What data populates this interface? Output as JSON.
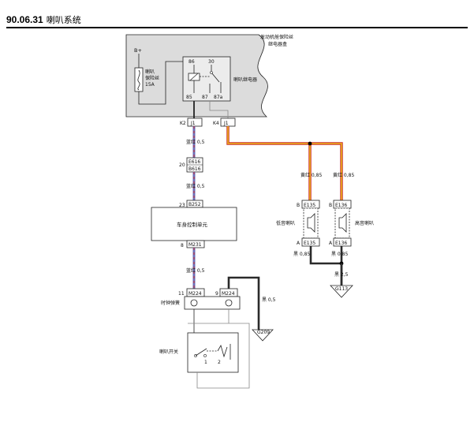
{
  "header": {
    "number": "90.06.31",
    "title": "喇叭系统"
  },
  "box_title": [
    "发动机舱保险丝",
    "继电器盒"
  ],
  "labels": {
    "b_plus": "B+",
    "fuse": [
      "喇叭",
      "保险丝",
      "15A"
    ],
    "relay": "喇叭继电器",
    "pin86": "86",
    "pin30": "30",
    "pin85": "85",
    "pin87": "87",
    "pin87a": "87a",
    "k2": "K2",
    "k4": "K4",
    "j1a": "J1",
    "j1b": "J1",
    "wire1": "蓝红 0,5",
    "n20": "20",
    "e616": "E616",
    "b616": "B616",
    "wire2": "蓝红 0,5",
    "n23": "23",
    "b252": "B252",
    "bcm": "车身控制单元",
    "n8": "8",
    "m231": "M231",
    "wire3": "蓝红 0,5",
    "n11": "11",
    "m224a": "M224",
    "n9": "9",
    "m224b": "M224",
    "clockspring": "时钟弹簧",
    "black05": "黑 0,5",
    "g209": "G209",
    "horn_switch": "喇叭开关",
    "sw1": "1",
    "sw2": "2",
    "yr1": "黄红 0,85",
    "yr2": "黄红 0,85",
    "bL": "B",
    "e135top": "E135",
    "bR": "B",
    "e136top": "E136",
    "low_horn": "低音喇叭",
    "high_horn": "高音喇叭",
    "aL": "A",
    "e135bot": "E135",
    "aR": "A",
    "e136bot": "E136",
    "blk1": "黑 0,85",
    "blk2": "黑 0,85",
    "blk25": "黑 2,5",
    "g113": "G113"
  },
  "colors": {
    "yellow_red": "#e8a21c",
    "blue_red": "#6c6fb8",
    "red": "#c8282b",
    "box_fill": "#dcdcdc"
  }
}
